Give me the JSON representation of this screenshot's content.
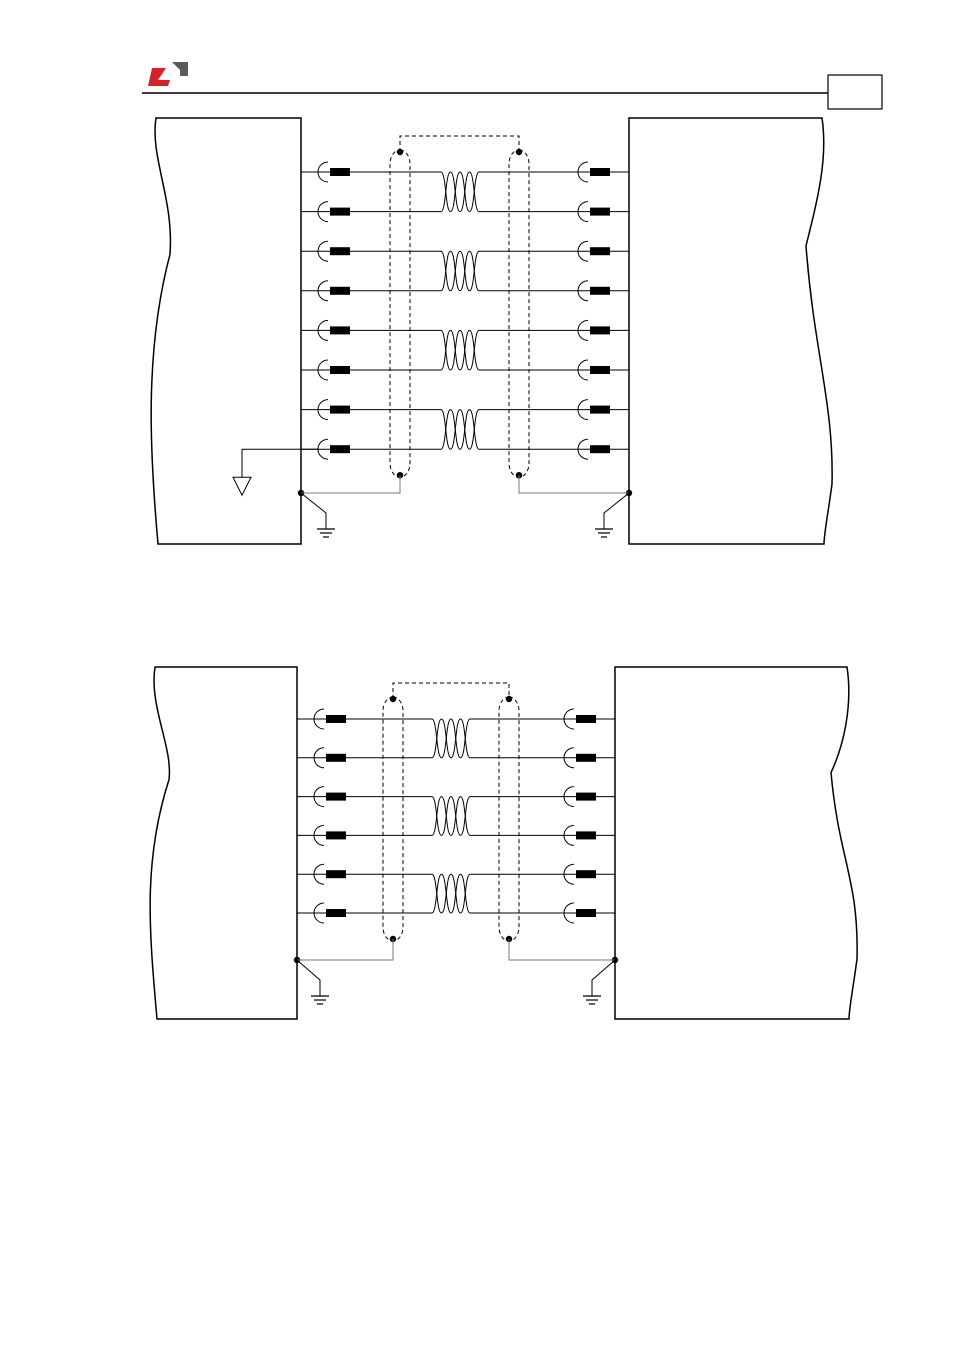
{
  "header": {
    "logo_icon": "company-logo-icon",
    "logo_colors": {
      "red": "#d2232a",
      "gray": "#5a5a5a"
    },
    "page_box_text": ""
  },
  "diagrams": [
    {
      "name": "wiring-diagram-upper",
      "pairs": 4,
      "signal_ground_left": true
    },
    {
      "name": "wiring-diagram-lower",
      "pairs": 3,
      "signal_ground_left": false
    }
  ],
  "colors": {
    "line": "#000000",
    "ground_wire": "#777777"
  }
}
